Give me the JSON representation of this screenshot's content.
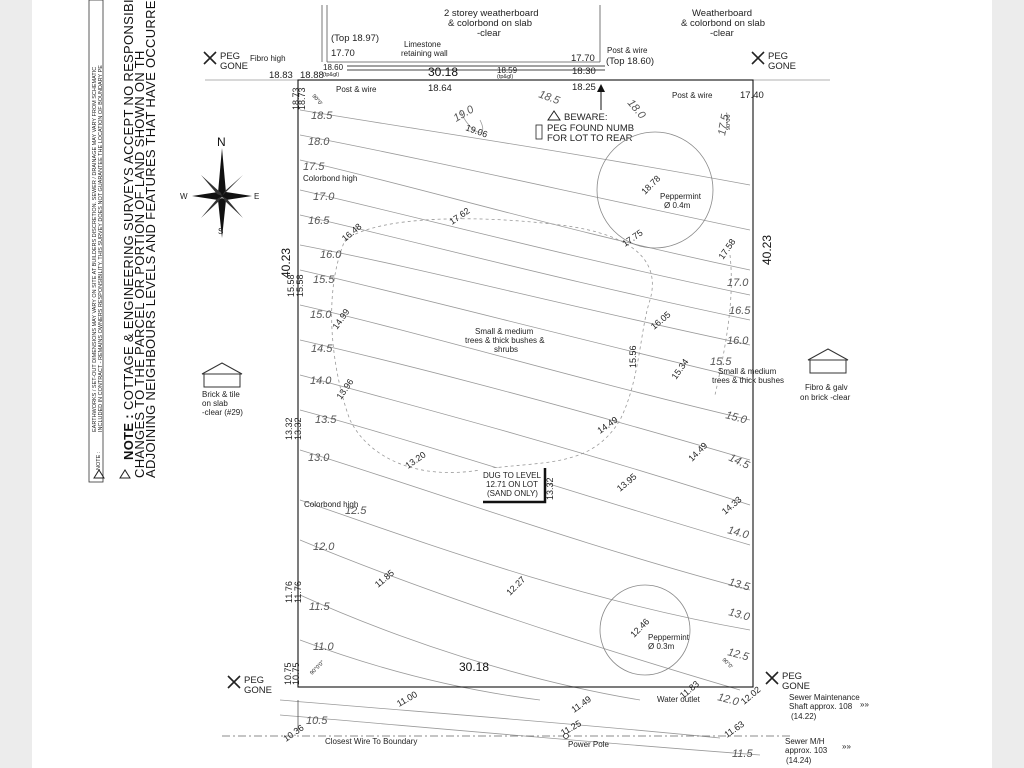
{
  "surrounds": {
    "top_left_house": "2 storey weatherboard",
    "top_left_house_2": "& colorbond on slab",
    "top_left_house_3": "-clear",
    "top_right_house": "Weatherboard",
    "top_right_house_2": "& colorbond on slab",
    "top_right_house_3": "-clear",
    "top_level_left": "(Top 18.97)",
    "level_1770_a": "17.70",
    "limestone_1": "Limestone",
    "limestone_2": "retaining wall",
    "level_1770_b": "17.70",
    "post_wire_top": "Post & wire",
    "top_level_right": "(Top 18.60)",
    "fibro_high": "Fibro high",
    "level_1860": "18.60",
    "tpgl_1": "(tp&gl)",
    "dim_top": "30.18",
    "level_1859": "18.59",
    "tpgl_2": "(tp&gl)",
    "level_1830": "18.30",
    "level_1883": "18.83",
    "level_1888": "18.88",
    "level_1825": "18.25",
    "level_1864": "18.64",
    "post_wire_left": "Post & wire",
    "post_wire_right": "Post & wire",
    "level_1740": "17.40",
    "peg_gone": "PEG",
    "peg_gone_2": "GONE",
    "beware_1": "BEWARE:",
    "beware_2": "PEG FOUND NUMB",
    "beware_3": "FOR LOT TO REAR"
  },
  "lot": {
    "dim_bottom": "30.18",
    "dim_left": "40.23",
    "dim_right": "40.23",
    "angle_tl": "90°0'",
    "angle_tr": "90°0'0\"",
    "angle_bl": "90°0'0\"",
    "angle_br": "90°0'",
    "colorbond_high_1": "Colorbond high",
    "colorbond_high_2": "Colorbond high",
    "trees_1": "Small & medium",
    "trees_2": "trees & thick bushes &",
    "trees_3": "shrubs",
    "peppermint_top_1": "Peppermint",
    "peppermint_top_2": "Ø 0.4m",
    "peppermint_bot_1": "Peppermint",
    "peppermint_bot_2": "Ø 0.3m",
    "dug_1": "DUG TO LEVEL",
    "dug_2": "12.71 ON LOT",
    "dug_3": "(SAND ONLY)",
    "water_outlet": "Water outlet"
  },
  "side": {
    "brick_tile_1": "Brick & tile",
    "brick_tile_2": "on slab",
    "brick_tile_3": "-clear (#29)",
    "small_medium_1": "Small & medium",
    "small_medium_2": "trees & thick bushes",
    "fibro_galv_1": "Fibro & galv",
    "fibro_galv_2": "on brick -clear",
    "sewer_maint_1": "Sewer Maintenance",
    "sewer_maint_2": "Shaft approx. 108",
    "sewer_maint_3": "(14.22)",
    "sewer_mh_1": "Sewer M/H",
    "sewer_mh_2": "approx. 103",
    "sewer_mh_3": "(14.24)",
    "closest_wire": "Closest Wire To Boundary",
    "power_pole": "Power Pole"
  },
  "compass": {
    "n": "N",
    "s": "S",
    "e": "E",
    "w": "W"
  },
  "notes": {
    "note_title": "NOTE :",
    "note_line1": "COTTAGE & ENGINEERING SURVEYS ACCEPT NO RESPONSIBILITY F",
    "note_line2": "CHANGES TO THE PARCEL OR PORTION OF LAND SHOWN ON TH",
    "note_line3": "ADJOINING NEIGHBOURS LEVELS AND FEATURES THAT HAVE OCCURRED AFTER",
    "small_note_title": "NOTE :",
    "small_line1": "EARTHWORKS / SET-OUT DIMENSIONS MAY VARY ON SITE AT BUILDERS DISCRETION.  SEWER / DRAINAGE MAY VARY FROM SCHEMATIC",
    "small_line2": "INCLUDED IN CONTRACT - REMAINS OWNERS RESPONSIBILITY.  THIS SURVEY DOES NOT GUARANTEE THE LOCATION OF BOUNDARY PE"
  },
  "contours": [
    "18.5",
    "18.0",
    "17.5",
    "17.0",
    "16.5",
    "16.0",
    "15.5",
    "15.0",
    "14.5",
    "14.0",
    "13.5",
    "13.0",
    "12.5",
    "12.0",
    "11.5",
    "11.0",
    "10.5",
    "11.5"
  ],
  "spot_levels": [
    "18.73",
    "18.73",
    "19.0",
    "19.06",
    "18.5",
    "18.0",
    "18.78",
    "17.62",
    "16.48",
    "17.75",
    "17.58",
    "15.58",
    "15.58",
    "16.05",
    "14.99",
    "15.56",
    "15.34",
    "13.96",
    "14.49",
    "14.49",
    "13.32",
    "13.32",
    "13.20",
    "13.95",
    "14.33",
    "13.32",
    "11.85",
    "12.27",
    "12.46",
    "11.76",
    "11.76",
    "10.75",
    "10.75",
    "10.36",
    "11.00",
    "11.49",
    "11.25",
    "11.63",
    "12.02",
    "11.83",
    "17.5",
    "17.0",
    "16.5",
    "16.0",
    "15.5",
    "15.0",
    "14.5",
    "14.0",
    "13.5",
    "13.0",
    "12.5",
    "12.0",
    "11.5"
  ]
}
